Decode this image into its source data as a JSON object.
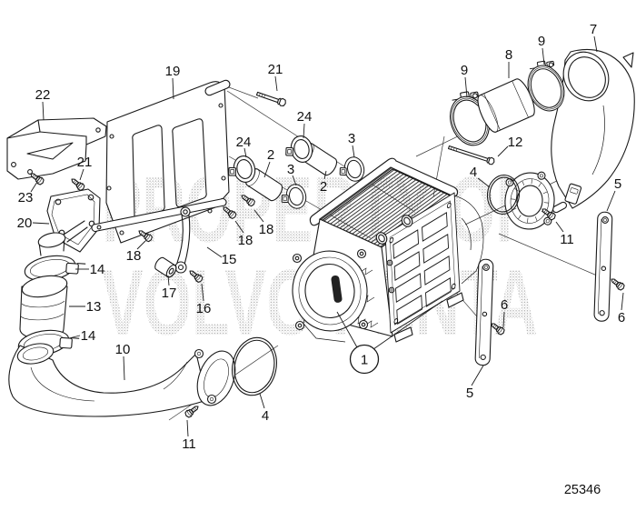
{
  "diagram": {
    "figure_code": "25346",
    "watermark_line1": "PROPERTY OF",
    "watermark_line2": "VOLVO PENTA",
    "callouts": [
      {
        "label": "22"
      },
      {
        "label": "19"
      },
      {
        "label": "21"
      },
      {
        "label": "24"
      },
      {
        "label": "3"
      },
      {
        "label": "24"
      },
      {
        "label": "2"
      },
      {
        "label": "3"
      },
      {
        "label": "2"
      },
      {
        "label": "9"
      },
      {
        "label": "8"
      },
      {
        "label": "9"
      },
      {
        "label": "7"
      },
      {
        "label": "12"
      },
      {
        "label": "4"
      },
      {
        "label": "11"
      },
      {
        "label": "5"
      },
      {
        "label": "6"
      },
      {
        "label": "6"
      },
      {
        "label": "5"
      },
      {
        "label": "21"
      },
      {
        "label": "23"
      },
      {
        "label": "20"
      },
      {
        "label": "18"
      },
      {
        "label": "18"
      },
      {
        "label": "18"
      },
      {
        "label": "15"
      },
      {
        "label": "17"
      },
      {
        "label": "16"
      },
      {
        "label": "14"
      },
      {
        "label": "13"
      },
      {
        "label": "14"
      },
      {
        "label": "10"
      },
      {
        "label": "11"
      },
      {
        "label": "4"
      },
      {
        "label": "1"
      }
    ]
  }
}
